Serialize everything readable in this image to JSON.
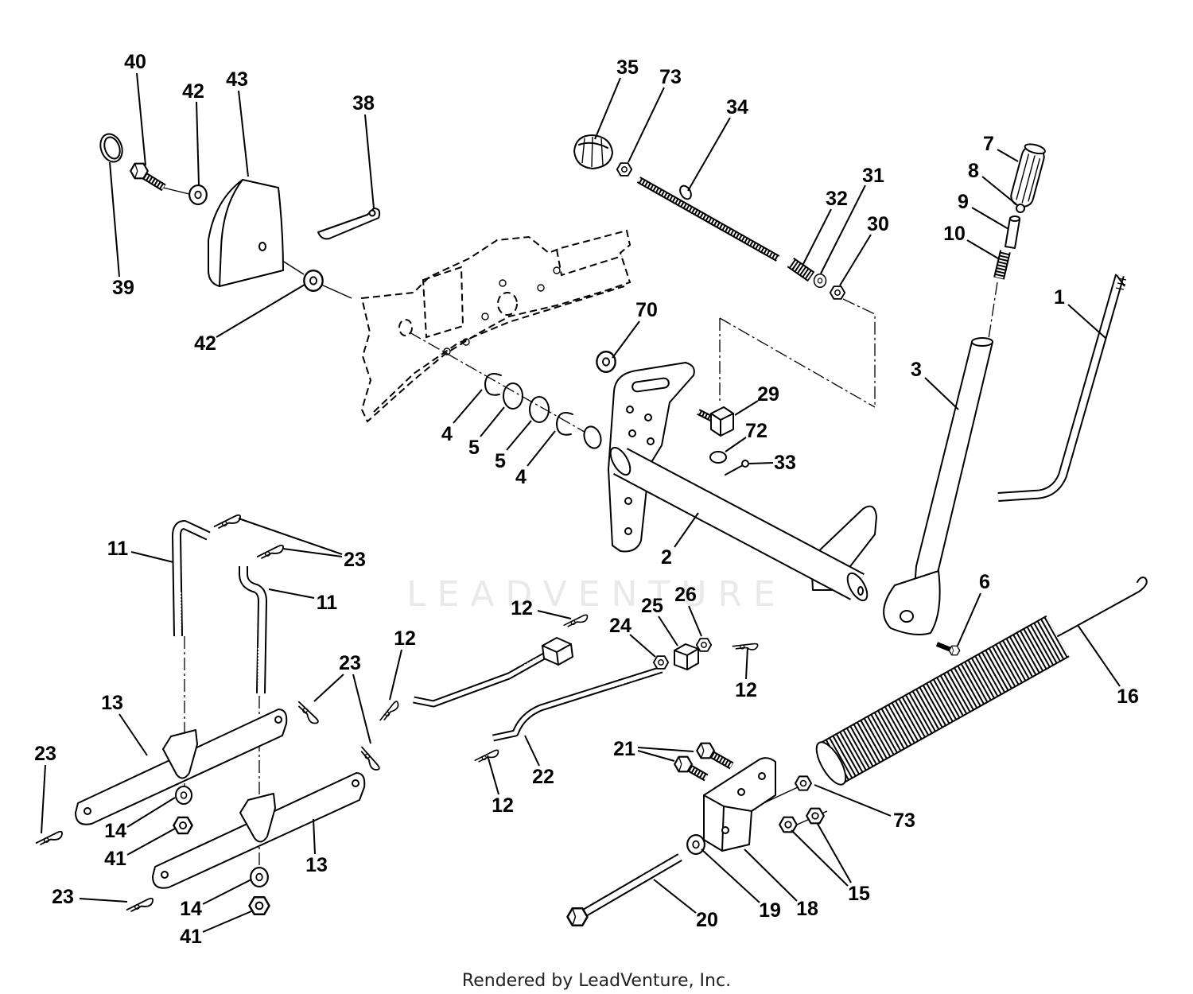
{
  "watermark": "LEADVENTURE",
  "footer": "Rendered by LeadVenture, Inc.",
  "callouts": {
    "p1": "1",
    "p2": "2",
    "p3": "3",
    "p4": "4",
    "p5": "5",
    "p6": "6",
    "p7": "7",
    "p8": "8",
    "p9": "9",
    "p10": "10",
    "p11": "11",
    "p12": "12",
    "p13": "13",
    "p14": "14",
    "p15": "15",
    "p16": "16",
    "p18": "18",
    "p19": "19",
    "p20": "20",
    "p21": "21",
    "p22": "22",
    "p23": "23",
    "p24": "24",
    "p25": "25",
    "p26": "26",
    "p29": "29",
    "p30": "30",
    "p31": "31",
    "p32": "32",
    "p33": "33",
    "p34": "34",
    "p35": "35",
    "p38": "38",
    "p39": "39",
    "p40": "40",
    "p41": "41",
    "p42": "42",
    "p43": "43",
    "p70": "70",
    "p72": "72",
    "p73": "73"
  }
}
